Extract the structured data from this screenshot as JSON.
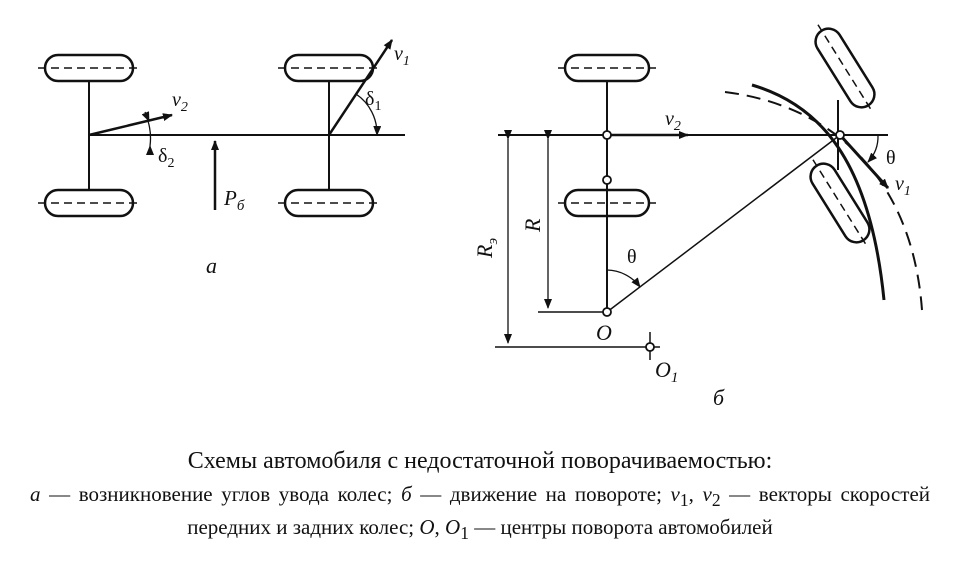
{
  "figure_a": {
    "label": "а",
    "v1": "v",
    "v1_sub": "1",
    "v2": "v",
    "v2_sub": "2",
    "delta1": "δ",
    "delta1_sub": "1",
    "delta2": "δ",
    "delta2_sub": "2",
    "force": "P",
    "force_sub": "б"
  },
  "figure_b": {
    "label": "б",
    "v1": "v",
    "v1_sub": "1",
    "v2": "v",
    "v2_sub": "2",
    "theta_center": "θ",
    "theta_wheel": "θ",
    "radius": "R",
    "radius_eff": "R",
    "radius_eff_sub": "э",
    "center_o": "O",
    "center_o1": "O",
    "center_o1_sub": "1"
  },
  "caption": {
    "title": "Схемы автомобиля с недостаточной поворачиваемостью:",
    "line1_a": "а",
    "line1_a_text": " — возникновение углов увода колес; ",
    "line1_b": "б",
    "line1_b_text": " — движение на повороте; ",
    "v1": "v",
    "v1_sub": "1",
    "comma": ", ",
    "v2": "v",
    "v2_sub": "2",
    "line1_end": " — векторы скоростей передних и задних колес; ",
    "o": "O",
    "o_sep": ", ",
    "o1": "O",
    "o1_sub": "1",
    "line2_end": " — центры поворота автомобилей"
  }
}
